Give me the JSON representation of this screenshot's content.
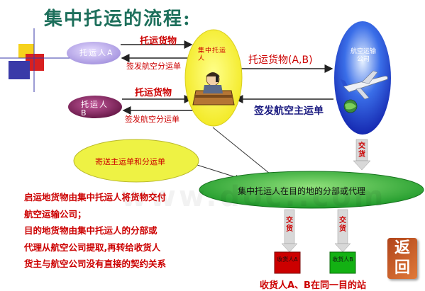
{
  "title": "集中托运的流程:",
  "nodes": {
    "shipper_a": "托运人A",
    "shipper_b": "托运人B",
    "consolidator": "集中托运人",
    "airline": "航空运输公司",
    "send_bubble": "寄送主运单和分运单",
    "destination_agent": "集中托运人在目的地的分部或代理",
    "consignee_a": "收货人A",
    "consignee_b": "收货人B"
  },
  "edges": {
    "a_to_consolidator": "托运货物",
    "consolidator_to_a": "签发航空分运单",
    "b_to_consolidator": "托运货物",
    "consolidator_to_b": "签发航空分运单",
    "consolidator_to_airline": "托运货物(A,B)",
    "airline_to_consolidator": "签发航空主运单",
    "airline_to_agent": "交货",
    "agent_to_consignee_a": "交货",
    "agent_to_consignee_b": "交货"
  },
  "description": [
    "启运地货物由集中托运人将货物交付",
    "航空运输公司；",
    "目的地货物由集中托运人的分部或",
    "代理从航空公司提取,再转给收货人",
    "货主与航空公司没有直接的契约关系"
  ],
  "footer_note": "收货人A、B在同一目的站",
  "back_button": "返回",
  "watermark": "www.doc..com",
  "colors": {
    "consolidator": "#f5f53a",
    "bubble": "#eef244",
    "agent": "#2fa93b",
    "airline": "#1f2fc9",
    "shipper_a": "#b9a9e8",
    "shipper_b": "#8a2660",
    "consignee_a": "#cc0000",
    "consignee_b": "#13b113",
    "accent_red": "#cc0000"
  }
}
